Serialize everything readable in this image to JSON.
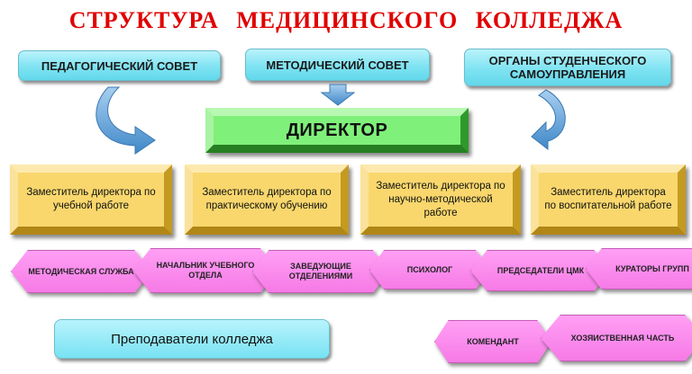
{
  "title": "СТРУКТУРА   МЕДИЦИНСКОГО   КОЛЛЕДЖА",
  "councils": {
    "pedagogical": "ПЕДАГОГИЧЕСКИЙ СОВЕТ",
    "methodical": "МЕТОДИЧЕСКИЙ СОВЕТ",
    "student_self_government": "ОРГАНЫ СТУДЕНЧЕСКОГО САМОУПРАВЛЕНИЯ"
  },
  "director": "ДИРЕКТОР",
  "deputies": {
    "academic": "Заместитель директора по учебной работе",
    "practical": "Заместитель директора по практическому обучению",
    "scientific": "Заместитель директора по научно-методической работе",
    "educational": "Заместитель директора по воспитательной работе"
  },
  "units": {
    "methodical_service": "МЕТОДИЧЕСКАЯ СЛУЖБА",
    "academic_dept_head": "НАЧАЛЬНИК УЧЕБНОГО ОТДЕЛА",
    "dept_heads": "ЗАВЕДУЮЩИЕ ОТДЕЛЕНИЯМИ",
    "psychologist": "ПСИХОЛОГ",
    "cmk_chairs": "ПРЕДСЕДАТЕЛИ ЦМК",
    "group_curators": "КУРАТОРЫ ГРУПП",
    "commandant": "КОМЕНДАНТ",
    "maintenance": "ХОЗЯИСТВЕННАЯ ЧАСТЬ"
  },
  "teachers": "Преподаватели колледжа",
  "colors": {
    "title": "#e00000",
    "council_fill": "#7fe3f2",
    "director_fill": "#7ff07a",
    "deputy_fill": "#f9d76d",
    "unit_fill": "#f67ae6",
    "arrow_fill": "#5aa0d8"
  }
}
